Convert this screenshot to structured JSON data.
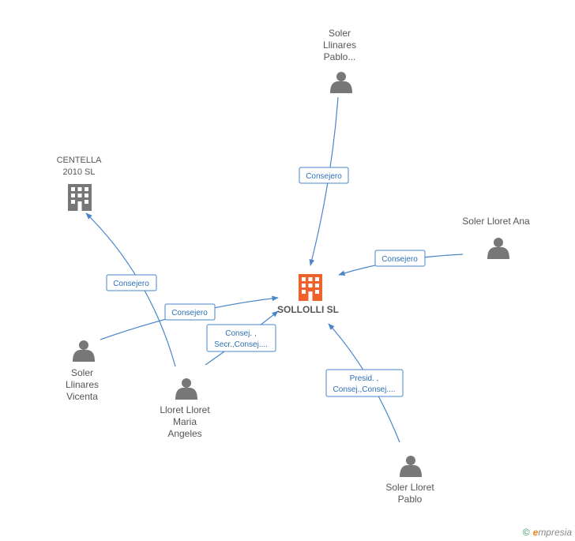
{
  "center": {
    "label": "SOLLOLLI SL"
  },
  "nodes": {
    "soler_llinares_pablo": {
      "lines": [
        "Soler",
        "Llinares",
        "Pablo..."
      ]
    },
    "centella": {
      "lines": [
        "CENTELLA",
        "2010 SL"
      ]
    },
    "soler_lloret_ana": {
      "lines": [
        "Soler Lloret Ana"
      ]
    },
    "soler_llinares_vicenta": {
      "lines": [
        "Soler",
        "Llinares",
        "Vicenta"
      ]
    },
    "lloret_lloret_maria": {
      "lines": [
        "Lloret Lloret",
        "Maria",
        "Angeles"
      ]
    },
    "soler_lloret_pablo": {
      "lines": [
        "Soler Lloret",
        "Pablo"
      ]
    }
  },
  "edges": {
    "e1": {
      "lines": [
        "Consejero"
      ]
    },
    "e2": {
      "lines": [
        "Consejero"
      ]
    },
    "e3": {
      "lines": [
        "Consejero"
      ]
    },
    "e4": {
      "lines": [
        "Consejero"
      ]
    },
    "e5": {
      "lines": [
        "Consej. ,",
        "Secr.,Consej...."
      ]
    },
    "e6": {
      "lines": [
        "Presid. ,",
        "Consej.,Consej...."
      ]
    }
  },
  "watermark": {
    "copyright": "©",
    "brand": "mpresia",
    "brand_initial": "e"
  },
  "colors": {
    "edge": "#4a86c8",
    "center": "#f0612c",
    "icon": "#777777"
  }
}
